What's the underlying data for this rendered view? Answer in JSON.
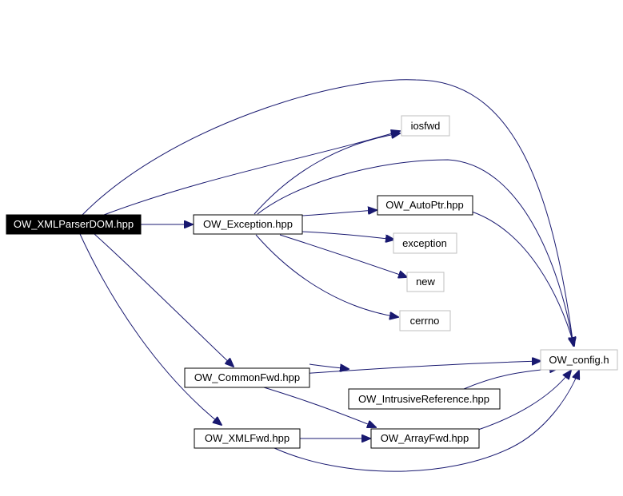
{
  "nodes": [
    {
      "id": "xmlparserdom",
      "label": "OW_XMLParserDOM.hpp",
      "style": "root"
    },
    {
      "id": "exception_hpp",
      "label": "OW_Exception.hpp",
      "style": "internal"
    },
    {
      "id": "commonfwd",
      "label": "OW_CommonFwd.hpp",
      "style": "internal"
    },
    {
      "id": "xmlfwd",
      "label": "OW_XMLFwd.hpp",
      "style": "internal"
    },
    {
      "id": "iosfwd",
      "label": "iosfwd",
      "style": "external"
    },
    {
      "id": "autoptr",
      "label": "OW_AutoPtr.hpp",
      "style": "internal"
    },
    {
      "id": "exception",
      "label": "exception",
      "style": "external"
    },
    {
      "id": "new",
      "label": "new",
      "style": "external"
    },
    {
      "id": "cerrno",
      "label": "cerrno",
      "style": "external"
    },
    {
      "id": "config",
      "label": "OW_config.h",
      "style": "external"
    },
    {
      "id": "intrusiveref",
      "label": "OW_IntrusiveReference.hpp",
      "style": "internal"
    },
    {
      "id": "arrayfwd",
      "label": "OW_ArrayFwd.hpp",
      "style": "internal"
    }
  ],
  "edges": [
    {
      "from": "xmlparserdom",
      "to": "config"
    },
    {
      "from": "xmlparserdom",
      "to": "iosfwd"
    },
    {
      "from": "xmlparserdom",
      "to": "exception_hpp"
    },
    {
      "from": "xmlparserdom",
      "to": "commonfwd"
    },
    {
      "from": "xmlparserdom",
      "to": "xmlfwd"
    },
    {
      "from": "exception_hpp",
      "to": "iosfwd"
    },
    {
      "from": "exception_hpp",
      "to": "config"
    },
    {
      "from": "exception_hpp",
      "to": "autoptr"
    },
    {
      "from": "exception_hpp",
      "to": "exception"
    },
    {
      "from": "exception_hpp",
      "to": "new"
    },
    {
      "from": "exception_hpp",
      "to": "cerrno"
    },
    {
      "from": "autoptr",
      "to": "config"
    },
    {
      "from": "commonfwd",
      "to": "config"
    },
    {
      "from": "commonfwd",
      "to": "intrusiveref"
    },
    {
      "from": "commonfwd",
      "to": "arrayfwd"
    },
    {
      "from": "intrusiveref",
      "to": "config"
    },
    {
      "from": "xmlfwd",
      "to": "arrayfwd"
    },
    {
      "from": "xmlfwd",
      "to": "config"
    },
    {
      "from": "arrayfwd",
      "to": "config"
    }
  ],
  "colors": {
    "edge": "#191970",
    "root_fill": "#000000",
    "root_text": "#ffffff",
    "internal_border": "#000000",
    "external_border": "#bfbfbf",
    "node_fill": "#ffffff",
    "text": "#000000"
  }
}
